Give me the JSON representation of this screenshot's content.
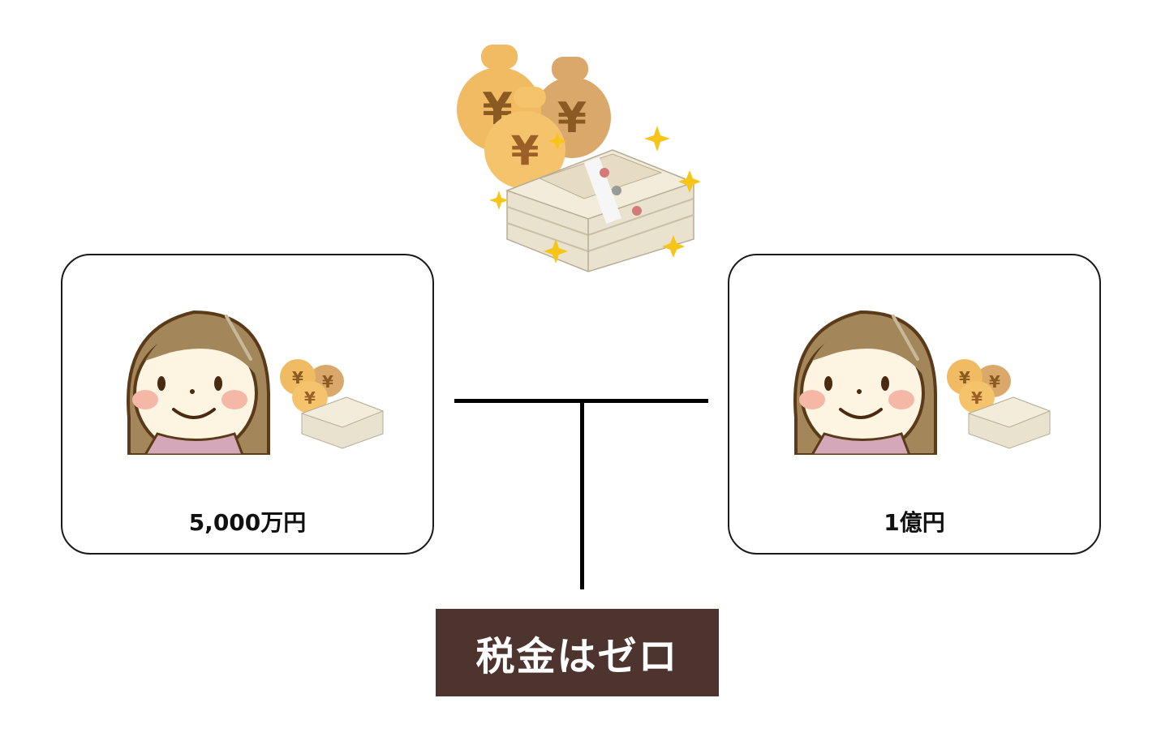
{
  "diagram": {
    "top_illustration": "money-bags-and-banknote-stacks",
    "left_person": {
      "illustration": "smiling-older-woman-with-money",
      "amount_label": "5,000万円"
    },
    "right_person": {
      "illustration": "smiling-older-woman-with-money",
      "amount_label": "1億円"
    },
    "result_box": {
      "label": "税金はゼロ",
      "background": "#4e342e",
      "text_color": "#ffffff"
    },
    "connector_color": "#000000"
  }
}
